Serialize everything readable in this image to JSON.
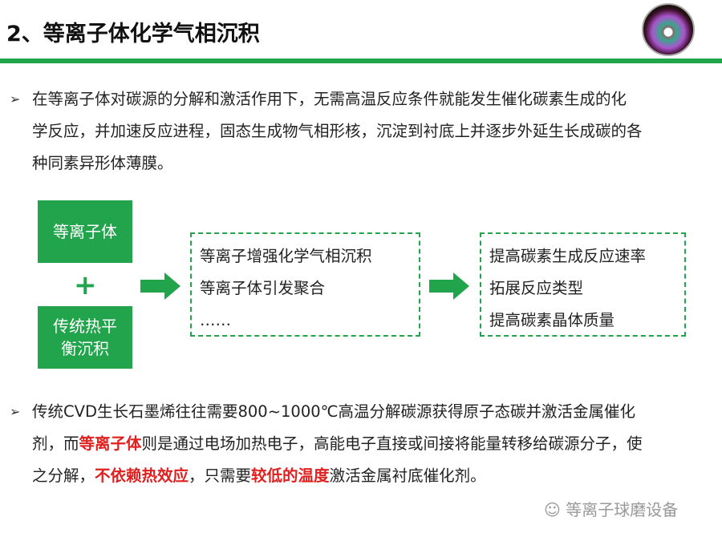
{
  "header": {
    "title": "2、等离子体化学气相沉积",
    "logo_icon": "plasma-ball-logo"
  },
  "bullet1": {
    "lines": [
      "在等离子体对碳源的分解和激活作用下，无需高温反应条件就能发生催化碳素生成的化",
      "学反应，并加速反应进程，固态生成物气相形核，沉淀到衬底上并逐步外延生长成碳的各",
      "种同素异形体薄膜。"
    ]
  },
  "diagram": {
    "box_top": "等离子体",
    "plus": "+",
    "box_bottom": [
      "传统热平",
      "衡沉积"
    ],
    "middle": [
      "等离子增强化学气相沉积",
      "等离子体引发聚合",
      "……"
    ],
    "right": [
      "提高碳素生成反应速率",
      "拓展反应类型",
      "提高碳素晶体质量"
    ],
    "accent": "#21a44c"
  },
  "bullet2": {
    "l1": "传统CVD生长石墨烯往往需要800~1000℃高温分解碳源获得原子态碳并激活金属催化",
    "l2a": "剂，而",
    "l2b": "等离子体",
    "l2c": "则是通过电场加热电子，高能电子直接或间接将能量转移给碳源分子，使",
    "l3a": "之分解，",
    "l3b": "不依赖热效应",
    "l3c": "，只需要",
    "l3d": "较低的温度",
    "l3e": "激活金属衬底催化剂。",
    "highlight": "#e0201f"
  },
  "watermark": "等离子球磨设备"
}
